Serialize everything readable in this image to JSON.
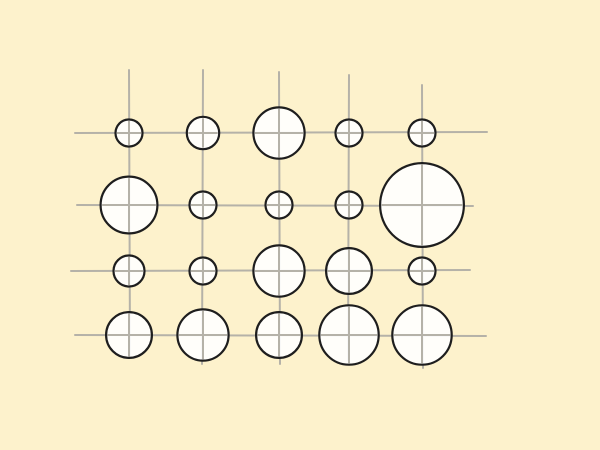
{
  "colors": {
    "background": "#fdf2cc",
    "grid_line": "#b5b2a8",
    "circle_fill": "#ffffff",
    "circle_stroke": "#1e1e1e"
  },
  "circle_grid": {
    "rows": 4,
    "columns": 5,
    "relative_sizes": [
      [
        1,
        1.2,
        1.9,
        1,
        1
      ],
      [
        2.1,
        1,
        1,
        1,
        3.1
      ],
      [
        1.15,
        1,
        1.9,
        1.7,
        1
      ],
      [
        1.7,
        1.9,
        1.7,
        2.2,
        2.2
      ]
    ]
  }
}
